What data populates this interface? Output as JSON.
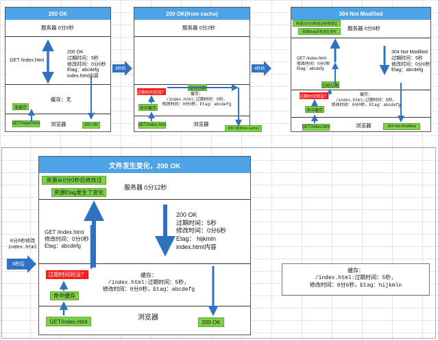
{
  "panels": [
    {
      "title": "200 OK",
      "server": "服务器 0分0秒",
      "request": "GET /index.html",
      "response": [
        "200 OK",
        "过期时间：5秒",
        "修改时间：0分0秒",
        "Etag：abcdefg",
        "index.html内容"
      ],
      "cache": "缓存：无",
      "browser": "浏览器",
      "tag_no_cache": "无缓存",
      "tag_get": "GET/index.html",
      "tag_result": "200 OK"
    },
    {
      "title": "200 OK(from cache)",
      "server": "服务器 0分2秒",
      "tag_expired_q": "过期时间到没？",
      "tag_not_expired": "没有过期",
      "tag_hit": "命中缓存",
      "cache_lines": [
        "缓存：",
        "/index.html:过期时间：5秒，",
        "修改时间：0分0秒，Etag：abcdefg"
      ],
      "browser": "浏览器",
      "tag_get": "GET/index.html",
      "tag_result": "200 OK(from cache)"
    },
    {
      "title": "304 Not Modified",
      "server": "服务器 0分6秒",
      "tag_mod": "资源从0分0秒后没有修改过",
      "tag_etag": "资源Etag没有发生变化",
      "request": [
        "GET /index.html",
        "修改时间：0分0秒",
        "Etag：abcdefg"
      ],
      "response": [
        "304 Not Modified",
        "过期时间：5秒",
        "修改时间：0分0秒",
        "Etag：abcdefg"
      ],
      "tag_expired": "已经过期",
      "tag_expired_q": "过期时间到没？",
      "tag_hit": "命中缓存",
      "cache_lines": [
        "缓存：",
        "/index.html:过期时间：5秒，",
        "修改时间：0分0秒，Etag：abcdefg"
      ],
      "browser": "浏览器",
      "tag_get": "GET/index.html",
      "tag_result": "304 Not Modified"
    }
  ],
  "arrows": {
    "after_2s": "2秒后",
    "after_4s": "4秒后",
    "after_6s": "6秒后"
  },
  "bottom": {
    "title": "文件发生变化，200 OK",
    "side_note": [
      "0分6秒修改",
      "index.html"
    ],
    "server": "服务器 0分12秒",
    "tag_mod": "资源从0分0秒后修改过",
    "tag_etag": "资源Etag发生了变化",
    "request": [
      "GET /index.html",
      "修改时间：0分0秒",
      "Etag：abcdefg"
    ],
    "response": [
      "200 OK",
      "过期时间：5秒",
      "修改时间：0分6秒",
      "Etag： hijkmln",
      "index.html内容"
    ],
    "tag_expired_q": "过期时间到没？",
    "tag_hit": "命中缓存",
    "cache_lines": [
      "缓存：",
      "/index.html:过期时间：5秒，",
      "修改时间：0分0秒，Etag：abcdefg"
    ],
    "browser": "浏览器",
    "tag_get": "GET/index.html",
    "tag_result": "200 OK",
    "new_cache": [
      "缓存：",
      "/index.html:过期时间：5秒，",
      "修改时间：0分6秒，Etag：hijkmln"
    ]
  },
  "colors": {
    "header": "#4ea3e6",
    "green": "#7fd14a",
    "red": "#ff1a1a",
    "arrow": "#2f72c0"
  }
}
